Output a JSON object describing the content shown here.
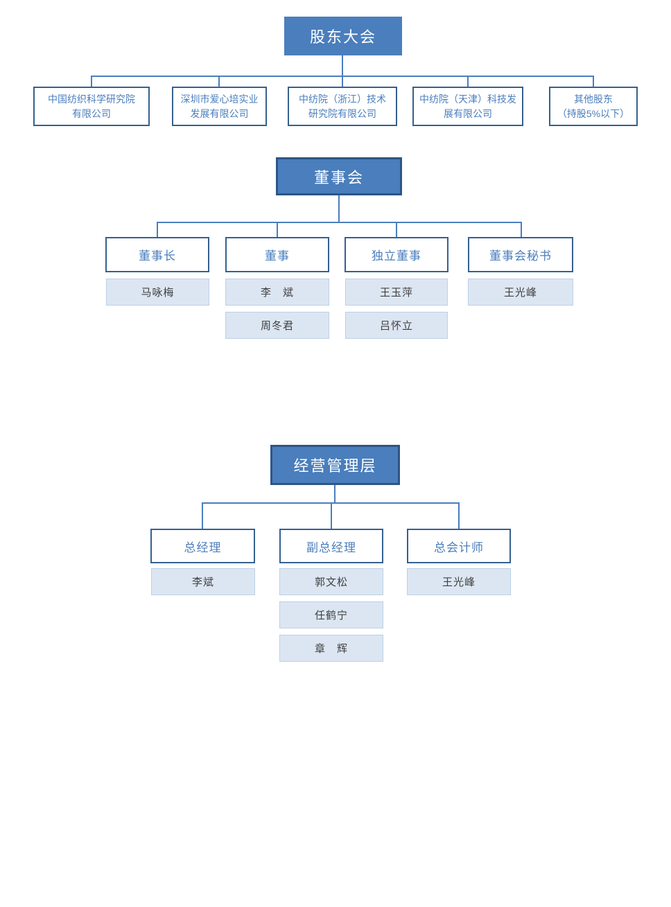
{
  "colors": {
    "node_fill": "#4A7EBC",
    "node_border": "#2E5586",
    "title_box_border": "#35608F",
    "title_text": "#4A7EBC",
    "name_box_fill": "#DCE6F2",
    "name_box_border": "#BCD0E6",
    "name_text": "#404040",
    "connector_line": "#4A7EBC",
    "background": "#FFFFFF"
  },
  "chart": {
    "type": "org-chart",
    "shareholders_meeting": {
      "title": "股东大会",
      "shareholders": [
        {
          "line1": "中国纺织科学研究院",
          "line2": "有限公司"
        },
        {
          "line1": "深圳市爱心培实业",
          "line2": "发展有限公司"
        },
        {
          "line1": "中纺院（浙江）技术",
          "line2": "研究院有限公司"
        },
        {
          "line1": "中纺院（天津）科技发",
          "line2": "展有限公司"
        },
        {
          "line1": "其他股东",
          "line2": "（持股5%以下）"
        }
      ]
    },
    "board": {
      "title": "董事会",
      "roles": [
        {
          "title": "董事长",
          "names": [
            "马咏梅"
          ]
        },
        {
          "title": "董事",
          "names": [
            "李　斌",
            "周冬君"
          ]
        },
        {
          "title": "独立董事",
          "names": [
            "王玉萍",
            "吕怀立"
          ]
        },
        {
          "title": "董事会秘书",
          "names": [
            "王光峰"
          ]
        }
      ]
    },
    "management": {
      "title": "经营管理层",
      "roles": [
        {
          "title": "总经理",
          "names": [
            "李斌"
          ]
        },
        {
          "title": "副总经理",
          "names": [
            "郭文松",
            "任鹤宁",
            "章　辉"
          ]
        },
        {
          "title": "总会计师",
          "names": [
            "王光峰"
          ]
        }
      ]
    }
  }
}
